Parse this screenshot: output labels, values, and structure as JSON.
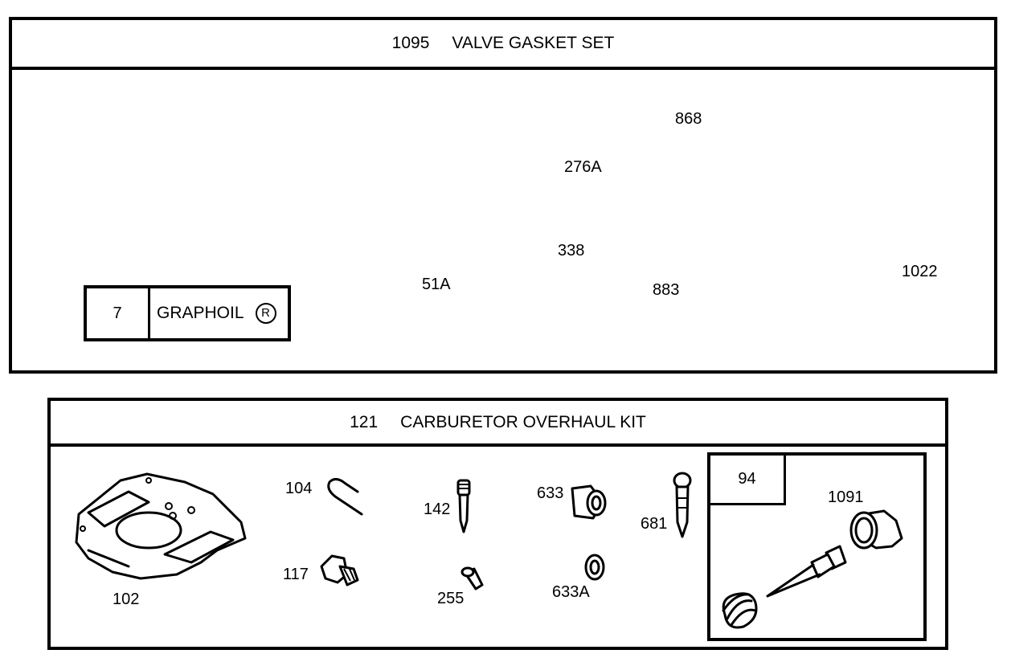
{
  "valve_kit": {
    "number": "1095",
    "title": "VALVE GASKET SET",
    "callout_number": "7",
    "callout_text": "GRAPHOIL",
    "callout_symbol": "R",
    "parts": [
      "276A",
      "868",
      "338",
      "51A",
      "883",
      "1022"
    ]
  },
  "carb_kit": {
    "number": "121",
    "title": "CARBURETOR OVERHAUL KIT",
    "parts": [
      "104",
      "142",
      "633",
      "681",
      "117",
      "255",
      "633A",
      "102"
    ],
    "sub_kit_number": "94",
    "sub_kit_parts": [
      "1091"
    ]
  }
}
